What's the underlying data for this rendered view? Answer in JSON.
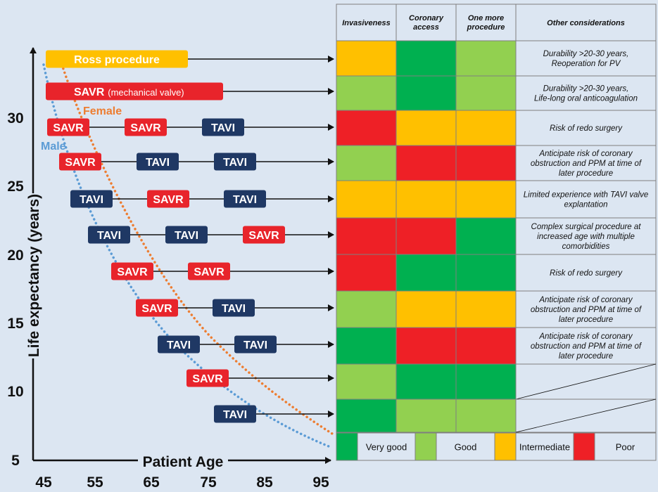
{
  "y_axis": {
    "label": "Life expectancy (years)",
    "ticks": [
      {
        "label": "30",
        "value": 30
      },
      {
        "label": "25",
        "value": 25
      },
      {
        "label": "20",
        "value": 20
      },
      {
        "label": "15",
        "value": 15
      },
      {
        "label": "10",
        "value": 10
      },
      {
        "label": "5",
        "value": 5
      }
    ]
  },
  "x_axis": {
    "label": "Patient Age",
    "ticks": [
      {
        "label": "45",
        "value": 45
      },
      {
        "label": "55",
        "value": 55
      },
      {
        "label": "65",
        "value": 65
      },
      {
        "label": "75",
        "value": 75
      },
      {
        "label": "85",
        "value": 85
      },
      {
        "label": "95",
        "value": 95
      }
    ]
  },
  "curves": [
    {
      "name": "Female",
      "color": "#ed7d31"
    },
    {
      "name": "Male",
      "color": "#5b9bd5"
    }
  ],
  "colors": {
    "savr": "#e8242b",
    "tavi": "#1f3864",
    "ross": "#ffc000",
    "very_good": "#00b050",
    "good": "#92d050",
    "intermediate": "#ffc000",
    "poor": "#ee2026"
  },
  "table_headers": [
    "Invasiveness",
    "Coronary access",
    "One more procedure",
    "Other considerations"
  ],
  "rows": [
    {
      "steps": [
        {
          "type": "ross",
          "label": "Ross procedure"
        }
      ],
      "ratings": [
        "intermediate",
        "very_good",
        "good"
      ],
      "note": "Durability >20-30 years, Reoperation for PV"
    },
    {
      "steps": [
        {
          "type": "savr",
          "label": "SAVR",
          "suffix": "(mechanical valve)"
        }
      ],
      "ratings": [
        "good",
        "very_good",
        "good"
      ],
      "note": "Durability >20-30 years, Life-long oral anticoagulation"
    },
    {
      "steps": [
        {
          "type": "savr",
          "label": "SAVR"
        },
        {
          "type": "savr",
          "label": "SAVR"
        },
        {
          "type": "tavi",
          "label": "TAVI"
        }
      ],
      "ratings": [
        "poor",
        "intermediate",
        "intermediate"
      ],
      "note": "Risk of redo surgery"
    },
    {
      "steps": [
        {
          "type": "savr",
          "label": "SAVR"
        },
        {
          "type": "tavi",
          "label": "TAVI"
        },
        {
          "type": "tavi",
          "label": "TAVI"
        }
      ],
      "ratings": [
        "good",
        "poor",
        "poor"
      ],
      "note": "Anticipate risk of coronary obstruction and PPM at time of later procedure"
    },
    {
      "steps": [
        {
          "type": "tavi",
          "label": "TAVI"
        },
        {
          "type": "savr",
          "label": "SAVR"
        },
        {
          "type": "tavi",
          "label": "TAVI"
        }
      ],
      "ratings": [
        "intermediate",
        "intermediate",
        "intermediate"
      ],
      "note": "Limited experience with TAVI valve explantation"
    },
    {
      "steps": [
        {
          "type": "tavi",
          "label": "TAVI"
        },
        {
          "type": "tavi",
          "label": "TAVI"
        },
        {
          "type": "savr",
          "label": "SAVR"
        }
      ],
      "ratings": [
        "poor",
        "poor",
        "very_good"
      ],
      "note": "Complex surgical procedure at increased age with multiple comorbidities"
    },
    {
      "steps": [
        {
          "type": "savr",
          "label": "SAVR"
        },
        {
          "type": "savr",
          "label": "SAVR"
        }
      ],
      "ratings": [
        "poor",
        "very_good",
        "very_good"
      ],
      "note": "Risk of redo surgery"
    },
    {
      "steps": [
        {
          "type": "savr",
          "label": "SAVR"
        },
        {
          "type": "tavi",
          "label": "TAVI"
        }
      ],
      "ratings": [
        "good",
        "intermediate",
        "intermediate"
      ],
      "note": "Anticipate risk of coronary obstruction and PPM at time of later procedure"
    },
    {
      "steps": [
        {
          "type": "tavi",
          "label": "TAVI"
        },
        {
          "type": "tavi",
          "label": "TAVI"
        }
      ],
      "ratings": [
        "very_good",
        "poor",
        "poor"
      ],
      "note": "Anticipate risk of coronary obstruction and PPM at time of later procedure"
    },
    {
      "steps": [
        {
          "type": "savr",
          "label": "SAVR"
        }
      ],
      "ratings": [
        "good",
        "very_good",
        "very_good"
      ],
      "note": ""
    },
    {
      "steps": [
        {
          "type": "tavi",
          "label": "TAVI"
        }
      ],
      "ratings": [
        "very_good",
        "good",
        "good"
      ],
      "note": ""
    }
  ],
  "legend": [
    {
      "key": "very_good",
      "label": "Very good"
    },
    {
      "key": "good",
      "label": "Good"
    },
    {
      "key": "intermediate",
      "label": "Intermediate"
    },
    {
      "key": "poor",
      "label": "Poor"
    }
  ]
}
